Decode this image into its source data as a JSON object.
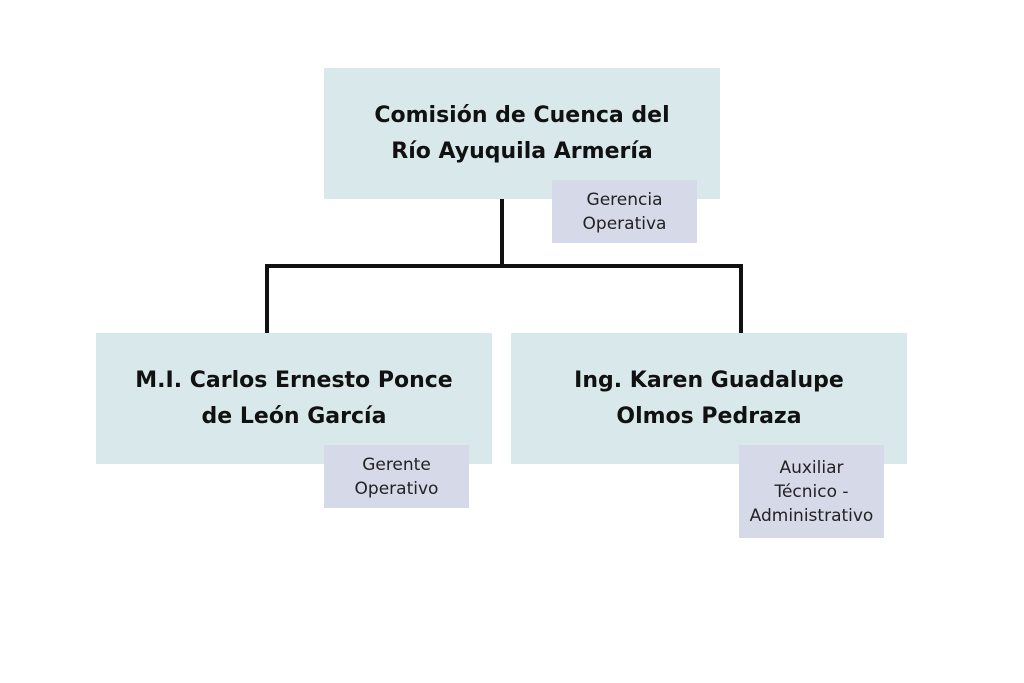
{
  "org_chart": {
    "top": {
      "name_line1": "Comisión de Cuenca del",
      "name_line2": "Río Ayuquila Armería",
      "role_line1": "Gerencia",
      "role_line2": "Operativa"
    },
    "left": {
      "name_line1": "M.I. Carlos Ernesto Ponce",
      "name_line2": "de León García",
      "role_line1": "Gerente",
      "role_line2": "Operativo"
    },
    "right": {
      "name_line1": "Ing. Karen Guadalupe",
      "name_line2": "Olmos Pedraza",
      "role_line1": "Auxiliar",
      "role_line2": "Técnico -",
      "role_line3": "Administrativo"
    }
  },
  "colors": {
    "node_fill": "#d9e8ea",
    "role_fill": "#d5d9e8",
    "connector": "#111111"
  }
}
